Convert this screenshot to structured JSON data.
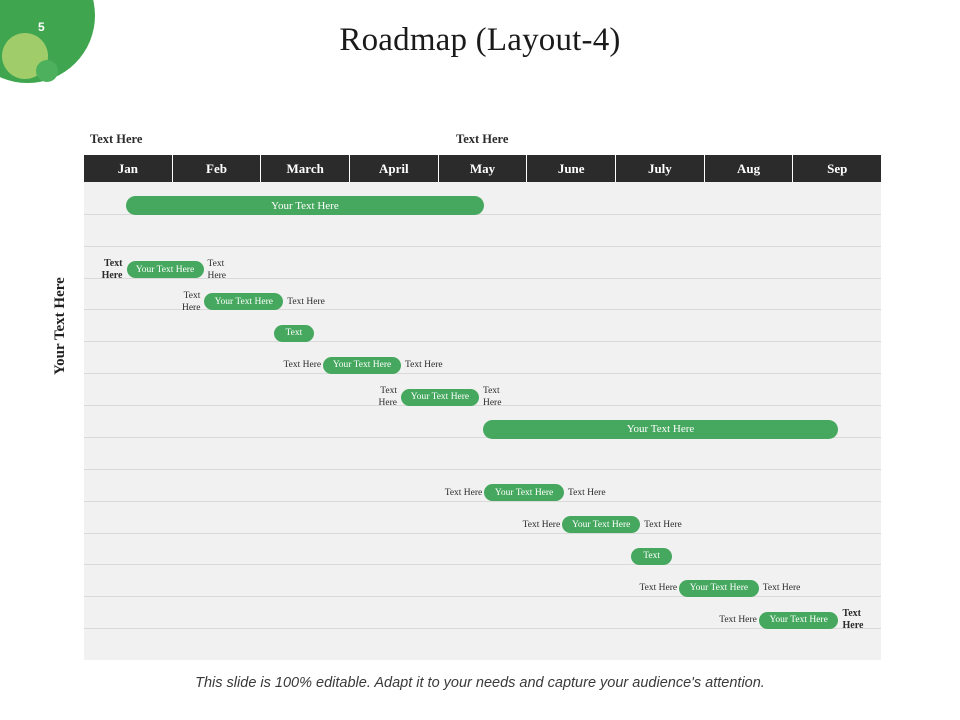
{
  "slide": {
    "number": "5",
    "title": "Roadmap (Layout-4)",
    "footer": "This slide is 100% editable. Adapt it to your needs and capture your audience's attention.",
    "accent_green": "#46A85F",
    "accent_green_light": "#A5CF6B",
    "header_bar": "#2b2b2b",
    "grid_background": "#f1f1f1"
  },
  "captions": {
    "left": "Text Here",
    "center": "Text Here"
  },
  "axis": {
    "y_label": "Your Text Here"
  },
  "chart_data": {
    "type": "bar",
    "title": "Roadmap (Layout-4)",
    "xlabel": "",
    "ylabel": "Your Text Here",
    "grid": true,
    "legend": "none",
    "categories": [
      "Jan",
      "Feb",
      "March",
      "April",
      "May",
      "June",
      "July",
      "Aug",
      "Sep"
    ],
    "tasks": [
      {
        "row": 0,
        "label": "Your Text Here",
        "start_month": 0.47,
        "end_month": 4.52,
        "left_note": "",
        "right_note": ""
      },
      {
        "row": 2,
        "label": "Your Text Here",
        "start_month": 0.48,
        "end_month": 1.35,
        "left_note": "Text\nHere",
        "right_note": "Text\nHere"
      },
      {
        "row": 3,
        "label": "Your Text Here",
        "start_month": 1.36,
        "end_month": 2.25,
        "left_note": "Text\nHere",
        "right_note": "Text Here"
      },
      {
        "row": 4,
        "label": "Text",
        "start_month": 2.14,
        "end_month": 2.6,
        "left_note": "",
        "right_note": ""
      },
      {
        "row": 5,
        "label": "Your Text Here",
        "start_month": 2.7,
        "end_month": 3.58,
        "left_note": "Text Here",
        "right_note": "Text Here"
      },
      {
        "row": 6,
        "label": "Your Text Here",
        "start_month": 3.58,
        "end_month": 4.46,
        "left_note": "Text\nHere",
        "right_note": "Text\nHere"
      },
      {
        "row": 7,
        "label": "Your Text Here",
        "start_month": 4.5,
        "end_month": 8.52,
        "left_note": "",
        "right_note": ""
      },
      {
        "row": 9,
        "label": "Your Text Here",
        "start_month": 4.52,
        "end_month": 5.42,
        "left_note": "Text Here",
        "right_note": "Text Here"
      },
      {
        "row": 10,
        "label": "Your Text Here",
        "start_month": 5.4,
        "end_month": 6.28,
        "left_note": "Text Here",
        "right_note": "Text Here"
      },
      {
        "row": 11,
        "label": "Text",
        "start_month": 6.18,
        "end_month": 6.64,
        "left_note": "",
        "right_note": ""
      },
      {
        "row": 12,
        "label": "Your Text Here",
        "start_month": 6.72,
        "end_month": 7.62,
        "left_note": "Text Here",
        "right_note": "Text Here"
      },
      {
        "row": 13,
        "label": "Your Text Here",
        "start_month": 7.62,
        "end_month": 8.52,
        "left_note": "Text Here",
        "right_note": "Text\nHere"
      }
    ]
  }
}
